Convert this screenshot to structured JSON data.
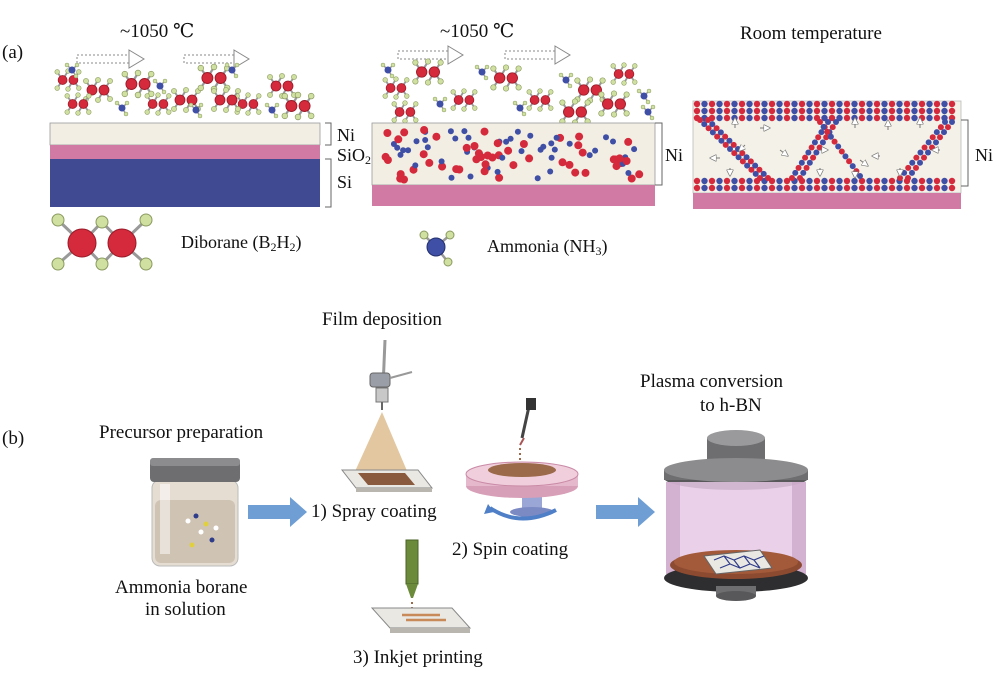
{
  "panel_a": {
    "label": "(a)",
    "temp_1": "~1050 ℃",
    "temp_2": "~1050 ℃",
    "temp_3": "Room temperature",
    "layer_ni": "Ni",
    "layer_sio2_main": "SiO",
    "layer_sio2_sub": "2",
    "layer_si": "Si",
    "ni_label_2": "Ni",
    "ni_label_3": "Ni",
    "diborane_text": "Diborane (B",
    "diborane_sub1": "2",
    "diborane_mid": "H",
    "diborane_sub2": "2",
    "diborane_end": ")",
    "ammonia_text": "Ammonia (NH",
    "ammonia_sub": "3",
    "ammonia_end": ")",
    "colors": {
      "boron": "#d42a3c",
      "nitrogen": "#3f4fa6",
      "hydrogen": "#cfe0a0",
      "ni_layer": "#f2eee3",
      "sio2_layer": "#d07aa4",
      "si_layer": "#404a93"
    }
  },
  "panel_b": {
    "label": "(b)",
    "precursor_title": "Precursor preparation",
    "ammonia_borane_1": "Ammonia borane",
    "ammonia_borane_2": "in solution",
    "film_deposition": "Film deposition",
    "spray": "1) Spray coating",
    "spin": "2) Spin coating",
    "inkjet": "3) Inkjet printing",
    "plasma_1": "Plasma conversion",
    "plasma_2": "to h-BN",
    "colors": {
      "arrow": "#6f9ed4",
      "plasma_chamber": "#e6c8e4",
      "film": "#9b6a4a"
    }
  }
}
